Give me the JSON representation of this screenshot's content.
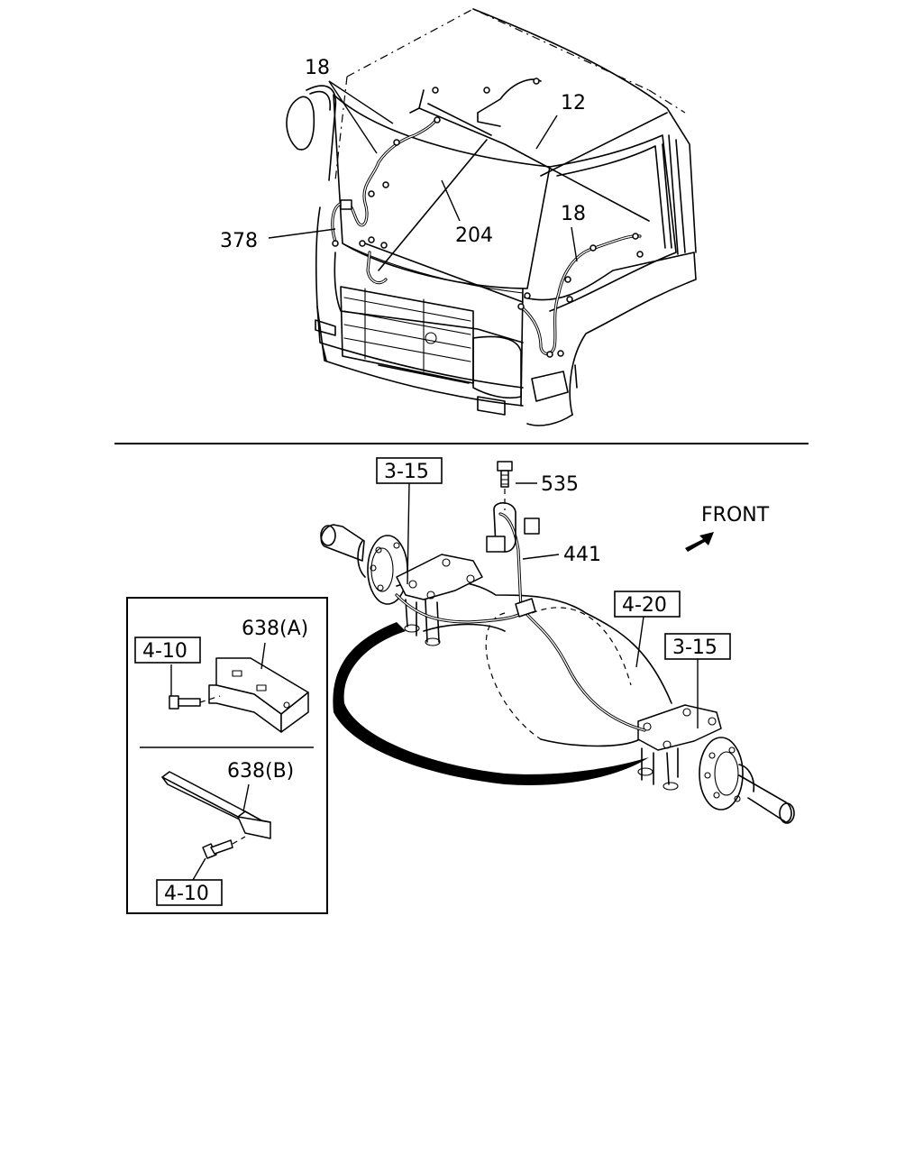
{
  "callouts": {
    "harness_18_top": "18",
    "harness_12": "12",
    "harness_204": "204",
    "harness_18_right": "18",
    "harness_378": "378",
    "bolt_535": "535",
    "sensor_441": "441",
    "bracket_638a": "638(A)",
    "bracket_638b": "638(B)"
  },
  "references": {
    "ref_3_15_left": "3-15",
    "ref_3_15_right": "3-15",
    "ref_4_20": "4-20",
    "ref_4_10_top": "4-10",
    "ref_4_10_bottom": "4-10"
  },
  "direction": {
    "front_label": "FRONT",
    "arrow_icon": "front-arrow-icon"
  }
}
